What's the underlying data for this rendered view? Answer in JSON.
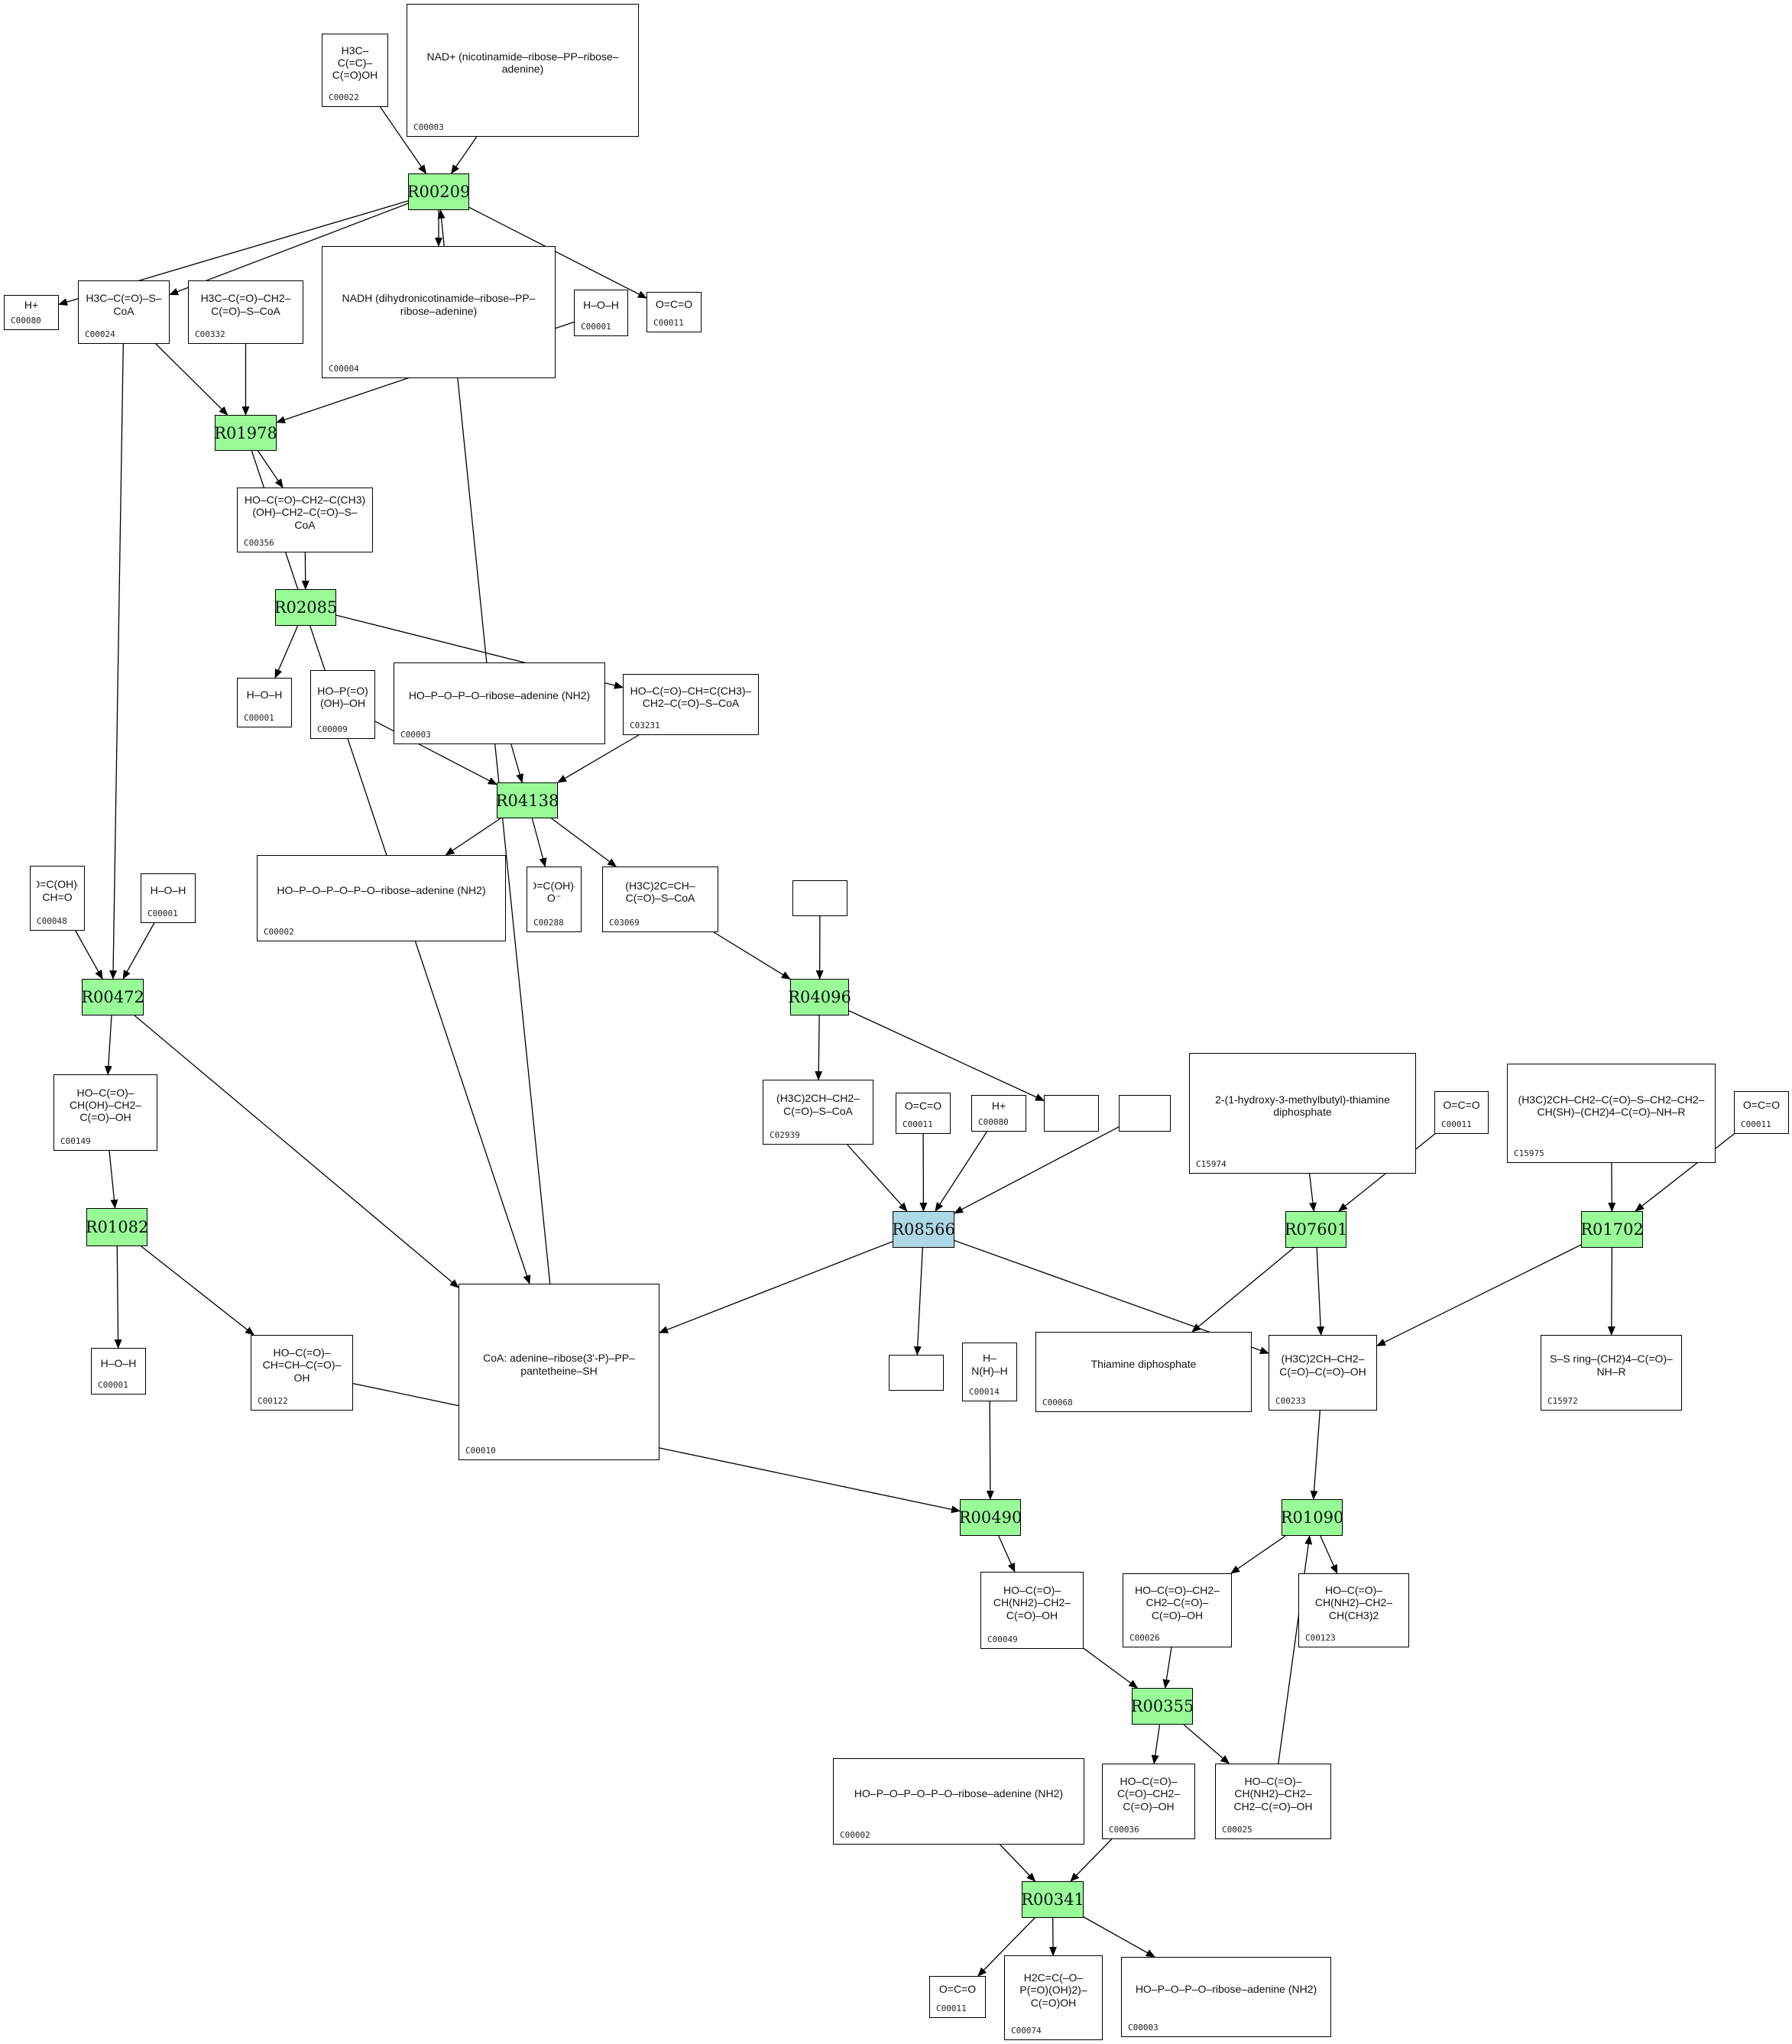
{
  "colors": {
    "reaction": "#98fb98",
    "reaction_highlight": "#add8e6",
    "edge": "#000000"
  },
  "reactions": [
    {
      "id": "R00209",
      "label": "R00209",
      "highlight": false
    },
    {
      "id": "R01978",
      "label": "R01978",
      "highlight": false
    },
    {
      "id": "R02085",
      "label": "R02085",
      "highlight": false
    },
    {
      "id": "R04138",
      "label": "R04138",
      "highlight": false
    },
    {
      "id": "R00472",
      "label": "R00472",
      "highlight": false
    },
    {
      "id": "R01082",
      "label": "R01082",
      "highlight": false
    },
    {
      "id": "R04096",
      "label": "R04096",
      "highlight": false
    },
    {
      "id": "R08566",
      "label": "R08566",
      "highlight": true
    },
    {
      "id": "R07601",
      "label": "R07601",
      "highlight": false
    },
    {
      "id": "R01702",
      "label": "R01702",
      "highlight": false
    },
    {
      "id": "R00490",
      "label": "R00490",
      "highlight": false
    },
    {
      "id": "R01090",
      "label": "R01090",
      "highlight": false
    },
    {
      "id": "R00355",
      "label": "R00355",
      "highlight": false
    },
    {
      "id": "R00341",
      "label": "R00341",
      "highlight": false
    }
  ],
  "compounds": [
    {
      "key": "c_c00022",
      "cid": "C00022",
      "formula": "H3C–C(=C)–C(=O)OH"
    },
    {
      "key": "c_c00003a",
      "cid": "C00003",
      "formula": "NAD+ (nicotinamide–ribose–PP–ribose–adenine)"
    },
    {
      "key": "c_c00080a",
      "cid": "C00080",
      "formula": "H+"
    },
    {
      "key": "c_c00024",
      "cid": "C00024",
      "formula": "H3C–C(=O)–S–CoA"
    },
    {
      "key": "c_c00332",
      "cid": "C00332",
      "formula": "H3C–C(=O)–CH2–C(=O)–S–CoA"
    },
    {
      "key": "c_c00004",
      "cid": "C00004",
      "formula": "NADH (dihydronicotinamide–ribose–PP–ribose–adenine)"
    },
    {
      "key": "c_c00001a",
      "cid": "C00001",
      "formula": "H–O–H"
    },
    {
      "key": "c_c00011a",
      "cid": "C00011",
      "formula": "O=C=O"
    },
    {
      "key": "c_c00356",
      "cid": "C00356",
      "formula": "HO–C(=O)–CH2–C(CH3)(OH)–CH2–C(=O)–S–CoA"
    },
    {
      "key": "c_c00001b",
      "cid": "C00001",
      "formula": "H–O–H"
    },
    {
      "key": "c_c00009",
      "cid": "C00009",
      "formula": "HO–P(=O)(OH)–OH"
    },
    {
      "key": "c_c00003b",
      "cid": "C00003",
      "formula": "HO–P–O–P–O–ribose–adenine (NH2)"
    },
    {
      "key": "c_c03231",
      "cid": "C03231",
      "formula": "HO–C(=O)–CH=C(CH3)–CH2–C(=O)–S–CoA"
    },
    {
      "key": "c_c00002a",
      "cid": "C00002",
      "formula": "HO–P–O–P–O–P–O–ribose–adenine (NH2)"
    },
    {
      "key": "c_c00288",
      "cid": "C00288",
      "formula": "O=C(OH)–O⁻"
    },
    {
      "key": "c_c03069",
      "cid": "C03069",
      "formula": "(H3C)2C=CH–C(=O)–S–CoA"
    },
    {
      "key": "c_c00048",
      "cid": "C00048",
      "formula": "O=C(OH)–CH=O"
    },
    {
      "key": "c_c00001c",
      "cid": "C00001",
      "formula": "H–O–H"
    },
    {
      "key": "c_c00149",
      "cid": "C00149",
      "formula": "HO–C(=O)–CH(OH)–CH2–C(=O)–OH"
    },
    {
      "key": "c_c00001d",
      "cid": "C00001",
      "formula": "H–O–H"
    },
    {
      "key": "c_c00122",
      "cid": "C00122",
      "formula": "HO–C(=O)–CH=CH–C(=O)–OH"
    },
    {
      "key": "c_c00010",
      "cid": "C00010",
      "formula": "CoA: adenine–ribose(3'-P)–PP–pantetheine–SH"
    },
    {
      "key": "c_empty1",
      "cid": "",
      "formula": ""
    },
    {
      "key": "c_c02939",
      "cid": "C02939",
      "formula": "(H3C)2CH–CH2–C(=O)–S–CoA"
    },
    {
      "key": "c_c00011b",
      "cid": "C00011",
      "formula": "O=C=O"
    },
    {
      "key": "c_c00080b",
      "cid": "C00080",
      "formula": "H+"
    },
    {
      "key": "c_empty2",
      "cid": "",
      "formula": ""
    },
    {
      "key": "c_empty3",
      "cid": "",
      "formula": ""
    },
    {
      "key": "c_empty4",
      "cid": "",
      "formula": ""
    },
    {
      "key": "c_c15974",
      "cid": "C15974",
      "formula": "2-(1-hydroxy-3-methylbutyl)-thiamine diphosphate"
    },
    {
      "key": "c_c00011c",
      "cid": "C00011",
      "formula": "O=C=O"
    },
    {
      "key": "c_c15975",
      "cid": "C15975",
      "formula": "(H3C)2CH–CH2–C(=O)–S–CH2–CH2–CH(SH)–(CH2)4–C(=O)–NH–R"
    },
    {
      "key": "c_c00011d",
      "cid": "C00011",
      "formula": "O=C=O"
    },
    {
      "key": "c_c00068",
      "cid": "C00068",
      "formula": "Thiamine diphosphate"
    },
    {
      "key": "c_c00233",
      "cid": "C00233",
      "formula": "(H3C)2CH–CH2–C(=O)–C(=O)–OH"
    },
    {
      "key": "c_c15972",
      "cid": "C15972",
      "formula": "S–S ring–(CH2)4–C(=O)–NH–R"
    },
    {
      "key": "c_c00014",
      "cid": "C00014",
      "formula": "H–N(H)–H"
    },
    {
      "key": "c_c00049",
      "cid": "C00049",
      "formula": "HO–C(=O)–CH(NH2)–CH2–C(=O)–OH"
    },
    {
      "key": "c_c00026",
      "cid": "C00026",
      "formula": "HO–C(=O)–CH2–CH2–C(=O)–C(=O)–OH"
    },
    {
      "key": "c_c00123",
      "cid": "C00123",
      "formula": "HO–C(=O)–CH(NH2)–CH2–CH(CH3)2"
    },
    {
      "key": "c_c00002b",
      "cid": "C00002",
      "formula": "HO–P–O–P–O–P–O–ribose–adenine (NH2)"
    },
    {
      "key": "c_c00036",
      "cid": "C00036",
      "formula": "HO–C(=O)–C(=O)–CH2–C(=O)–OH"
    },
    {
      "key": "c_c00025",
      "cid": "C00025",
      "formula": "HO–C(=O)–CH(NH2)–CH2–CH2–C(=O)–OH"
    },
    {
      "key": "c_c00011e",
      "cid": "C00011",
      "formula": "O=C=O"
    },
    {
      "key": "c_c00074",
      "cid": "C00074",
      "formula": "H2C=C(–O–P(=O)(OH)2)–C(=O)OH"
    },
    {
      "key": "c_c00003c",
      "cid": "C00003",
      "formula": "HO–P–O–P–O–ribose–adenine (NH2)"
    }
  ],
  "edges": [
    [
      "c_c00022",
      "R00209"
    ],
    [
      "c_c00003a",
      "R00209"
    ],
    [
      "R00209",
      "c_c00080a"
    ],
    [
      "R00209",
      "c_c00024"
    ],
    [
      "R00209",
      "c_c00004"
    ],
    [
      "R00209",
      "c_c00011a"
    ],
    [
      "c_c00010",
      "R00209"
    ],
    [
      "c_c00024",
      "R01978"
    ],
    [
      "c_c00332",
      "R01978"
    ],
    [
      "c_c00001a",
      "R01978"
    ],
    [
      "R01978",
      "c_c00356"
    ],
    [
      "R01978",
      "c_c00010"
    ],
    [
      "c_c00356",
      "R02085"
    ],
    [
      "R02085",
      "c_c00001b"
    ],
    [
      "R02085",
      "c_c03231"
    ],
    [
      "c_c00009",
      "R04138"
    ],
    [
      "c_c00003b",
      "R04138"
    ],
    [
      "c_c03231",
      "R04138"
    ],
    [
      "R04138",
      "c_c00002a"
    ],
    [
      "R04138",
      "c_c00288"
    ],
    [
      "R04138",
      "c_c03069"
    ],
    [
      "c_c00048",
      "R00472"
    ],
    [
      "c_c00024",
      "R00472"
    ],
    [
      "c_c00001c",
      "R00472"
    ],
    [
      "R00472",
      "c_c00149"
    ],
    [
      "R00472",
      "c_c00010"
    ],
    [
      "c_c00149",
      "R01082"
    ],
    [
      "R01082",
      "c_c00001d"
    ],
    [
      "R01082",
      "c_c00122"
    ],
    [
      "c_c03069",
      "R04096"
    ],
    [
      "c_empty1",
      "R04096"
    ],
    [
      "R04096",
      "c_c02939"
    ],
    [
      "R04096",
      "c_empty2"
    ],
    [
      "c_c02939",
      "R08566"
    ],
    [
      "c_c00011b",
      "R08566"
    ],
    [
      "c_c00080b",
      "R08566"
    ],
    [
      "c_empty3",
      "R08566"
    ],
    [
      "R08566",
      "c_c00010"
    ],
    [
      "R08566",
      "c_empty4"
    ],
    [
      "R08566",
      "c_c00233"
    ],
    [
      "c_c15974",
      "R07601"
    ],
    [
      "c_c00011c",
      "R07601"
    ],
    [
      "R07601",
      "c_c00068"
    ],
    [
      "R07601",
      "c_c00233"
    ],
    [
      "c_c15975",
      "R01702"
    ],
    [
      "c_c00011d",
      "R01702"
    ],
    [
      "R01702",
      "c_c00233"
    ],
    [
      "R01702",
      "c_c15972"
    ],
    [
      "c_c00122",
      "R00490"
    ],
    [
      "c_c00014",
      "R00490"
    ],
    [
      "R00490",
      "c_c00049"
    ],
    [
      "c_c00233",
      "R01090"
    ],
    [
      "c_c00025",
      "R01090"
    ],
    [
      "R01090",
      "c_c00026"
    ],
    [
      "R01090",
      "c_c00123"
    ],
    [
      "c_c00049",
      "R00355"
    ],
    [
      "c_c00026",
      "R00355"
    ],
    [
      "R00355",
      "c_c00036"
    ],
    [
      "R00355",
      "c_c00025"
    ],
    [
      "c_c00002b",
      "R00341"
    ],
    [
      "c_c00036",
      "R00341"
    ],
    [
      "R00341",
      "c_c00011e"
    ],
    [
      "R00341",
      "c_c00074"
    ],
    [
      "R00341",
      "c_c00003c"
    ]
  ]
}
